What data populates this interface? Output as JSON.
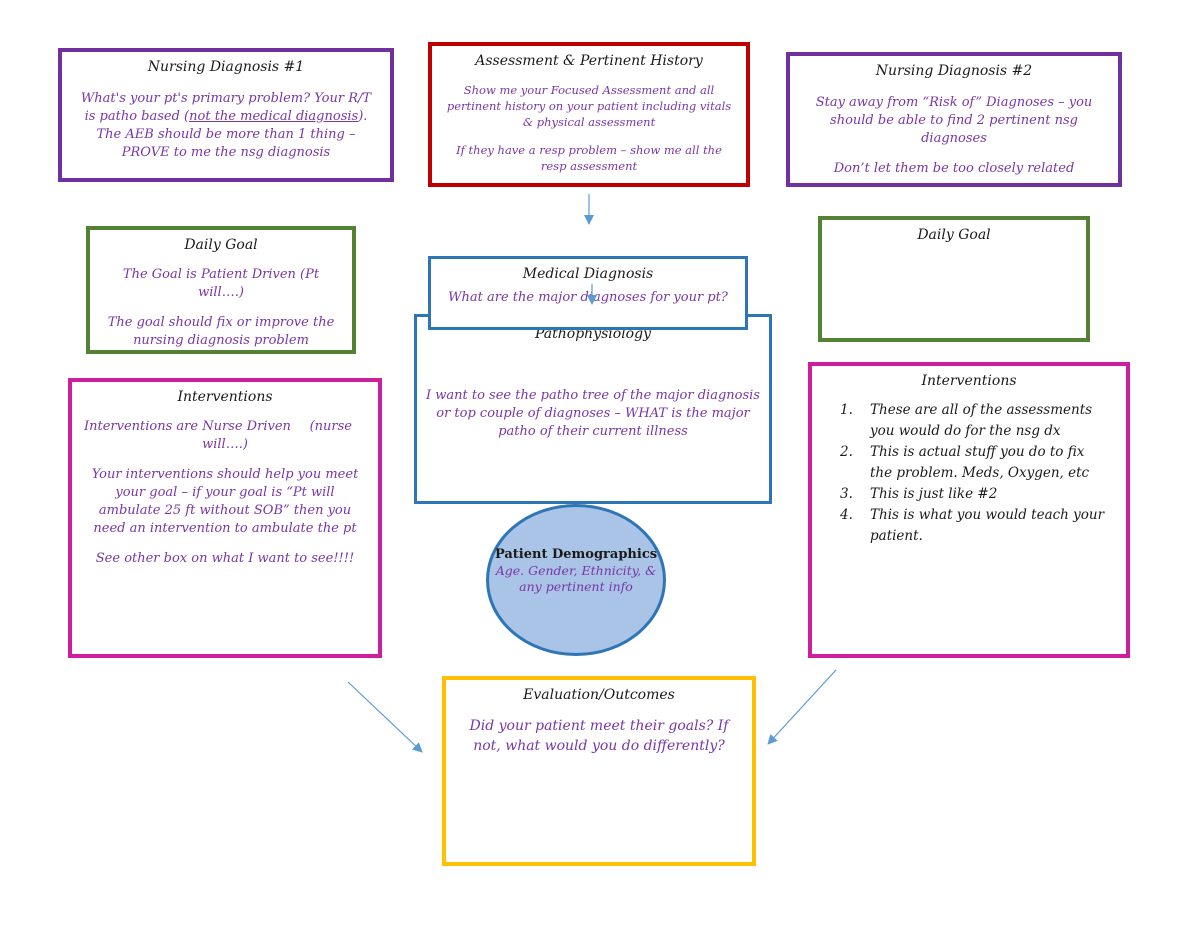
{
  "nursing_diagnosis_1": {
    "title": "Nursing Diagnosis #1",
    "text_before_underline": "What's your pt's primary problem? Your R/T is patho based (",
    "underlined": "not the medical diagnosis",
    "text_after_underline": "). The AEB should be more than 1 thing – PROVE to me the nsg diagnosis"
  },
  "assessment": {
    "title": "Assessment & Pertinent History",
    "p1": "Show me your Focused Assessment and all pertinent history on your patient including vitals & physical assessment",
    "p2": "If they have a resp problem – show me all the resp assessment"
  },
  "nursing_diagnosis_2": {
    "title": "Nursing Diagnosis #2",
    "p1": "Stay away from “Risk of” Diagnoses – you should be able to find 2 pertinent nsg diagnoses",
    "p2": "Don’t let them be too closely related"
  },
  "daily_goal_left": {
    "title": "Daily Goal",
    "p1": "The Goal is Patient Driven (Pt will….)",
    "p2": "The goal should fix or improve the nursing diagnosis problem"
  },
  "daily_goal_right": {
    "title": "Daily Goal"
  },
  "medical_diagnosis": {
    "title": "Medical Diagnosis",
    "text": "What are the major diagnoses for your pt?"
  },
  "pathophysiology": {
    "title": "Pathophysiology",
    "text": "I want to see the patho tree of the major diagnosis or top couple of diagnoses – WHAT is the major patho of their current illness"
  },
  "interventions_left": {
    "title": "Interventions",
    "line1a": "Interventions are Nurse Driven",
    "line1b": "(nurse",
    "line1c": "will….)",
    "p2": "Your interventions should help you meet your goal – if your goal is “Pt will ambulate 25 ft without SOB” then you need an intervention to ambulate the pt",
    "p3": "See other box on what I want to see!!!!"
  },
  "interventions_right": {
    "title": "Interventions",
    "items": [
      {
        "num": "1.",
        "text": "These are all of the assessments you would do for the nsg dx"
      },
      {
        "num": "2.",
        "text": "This is actual stuff you do to fix the problem. Meds, Oxygen, etc"
      },
      {
        "num": "3.",
        "text": "This is just like #2"
      },
      {
        "num": "4.",
        "text": "This is what you would teach your patient."
      }
    ]
  },
  "demographics": {
    "title": "Patient Demographics",
    "text": "Age. Gender, Ethnicity, & any pertinent info"
  },
  "evaluation": {
    "title": "Evaluation/Outcomes",
    "text": "Did your patient meet their goals? If not, what would you do differently?"
  },
  "colors": {
    "nursing_diagnosis": "#7030a0",
    "assessment": "#c00000",
    "goal": "#548235",
    "medical": "#2e75b6",
    "interventions": "#cc1fa0",
    "evaluation": "#ffc000",
    "body_text": "#7a35a6",
    "arrow": "#5b9bd5"
  }
}
